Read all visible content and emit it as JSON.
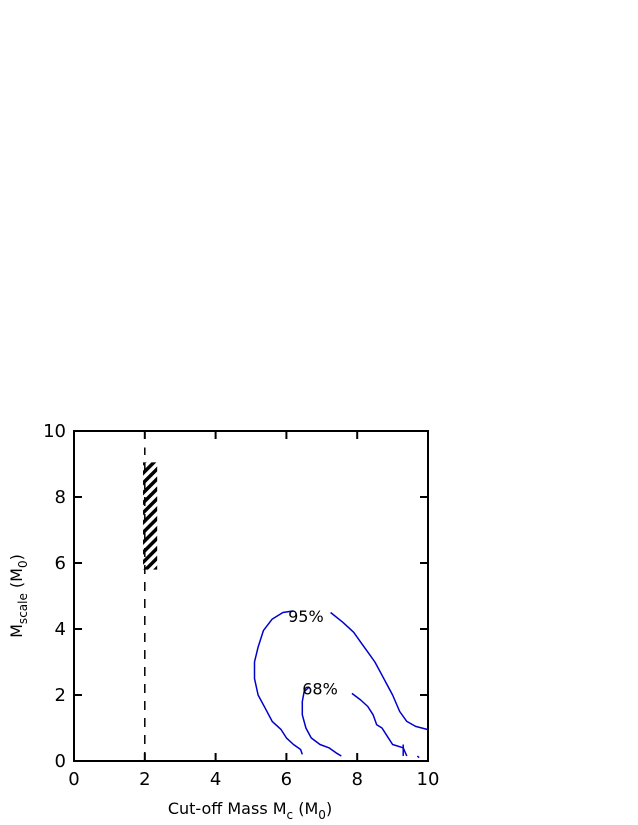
{
  "chart_data": {
    "type": "contour",
    "xlabel": {
      "main": "Cut-off Mass M",
      "sub": "c",
      "unit_open": " (M",
      "unit_sub": "0",
      "unit_close": ")"
    },
    "ylabel": {
      "main": "M",
      "sub": "scale",
      "unit_open": " (M",
      "unit_sub": "0",
      "unit_close": ")"
    },
    "xlim": [
      0,
      10
    ],
    "ylim": [
      0,
      10
    ],
    "xticks": [
      0,
      2,
      4,
      6,
      8,
      10
    ],
    "yticks": [
      0,
      2,
      4,
      6,
      8,
      10
    ],
    "x_tick_labels": [
      "0",
      "2",
      "4",
      "6",
      "8",
      "10"
    ],
    "y_tick_labels": [
      "0",
      "2",
      "4",
      "6",
      "8",
      "10"
    ],
    "grid": false,
    "contours": [
      {
        "label": "95%",
        "label_at": [
          6.55,
          4.4
        ],
        "color": "#0000cc",
        "segments": [
          [
            [
              6.2,
              4.55
            ],
            [
              5.9,
              4.5
            ],
            [
              5.6,
              4.3
            ],
            [
              5.35,
              3.95
            ],
            [
              5.2,
              3.45
            ],
            [
              5.1,
              3.0
            ],
            [
              5.1,
              2.5
            ],
            [
              5.2,
              2.0
            ],
            [
              5.4,
              1.6
            ],
            [
              5.6,
              1.2
            ],
            [
              5.85,
              0.95
            ],
            [
              6.0,
              0.7
            ],
            [
              6.2,
              0.5
            ],
            [
              6.4,
              0.35
            ],
            [
              6.45,
              0.2
            ]
          ],
          [
            [
              7.25,
              4.5
            ],
            [
              7.6,
              4.2
            ],
            [
              7.9,
              3.9
            ],
            [
              8.1,
              3.6
            ],
            [
              8.3,
              3.3
            ],
            [
              8.5,
              3.0
            ],
            [
              8.7,
              2.6
            ],
            [
              8.85,
              2.3
            ],
            [
              9.0,
              2.0
            ],
            [
              9.2,
              1.5
            ],
            [
              9.4,
              1.2
            ],
            [
              9.65,
              1.05
            ],
            [
              10.0,
              0.95
            ]
          ],
          [
            [
              9.3,
              0.5
            ],
            [
              9.3,
              0.15
            ]
          ],
          [
            [
              9.7,
              0.15
            ],
            [
              9.75,
              0.1
            ]
          ]
        ]
      },
      {
        "label": "68%",
        "label_at": [
          6.95,
          2.2
        ],
        "color": "#0000cc",
        "segments": [
          [
            [
              6.65,
              2.25
            ],
            [
              6.5,
              2.1
            ],
            [
              6.45,
              1.8
            ],
            [
              6.45,
              1.4
            ],
            [
              6.55,
              1.0
            ],
            [
              6.7,
              0.7
            ],
            [
              6.95,
              0.5
            ],
            [
              7.2,
              0.4
            ],
            [
              7.4,
              0.25
            ],
            [
              7.55,
              0.15
            ]
          ],
          [
            [
              7.85,
              2.05
            ],
            [
              8.1,
              1.85
            ],
            [
              8.3,
              1.65
            ],
            [
              8.45,
              1.4
            ],
            [
              8.55,
              1.1
            ],
            [
              8.7,
              1.0
            ],
            [
              8.85,
              0.75
            ],
            [
              9.0,
              0.5
            ],
            [
              9.3,
              0.4
            ],
            [
              9.4,
              0.15
            ]
          ]
        ]
      }
    ],
    "dashed_line": {
      "x": 2.0,
      "y_range": [
        0.0,
        9.5
      ]
    },
    "hatched_region": {
      "x_range": [
        1.95,
        2.35
      ],
      "y_range": [
        5.8,
        9.05
      ]
    }
  }
}
